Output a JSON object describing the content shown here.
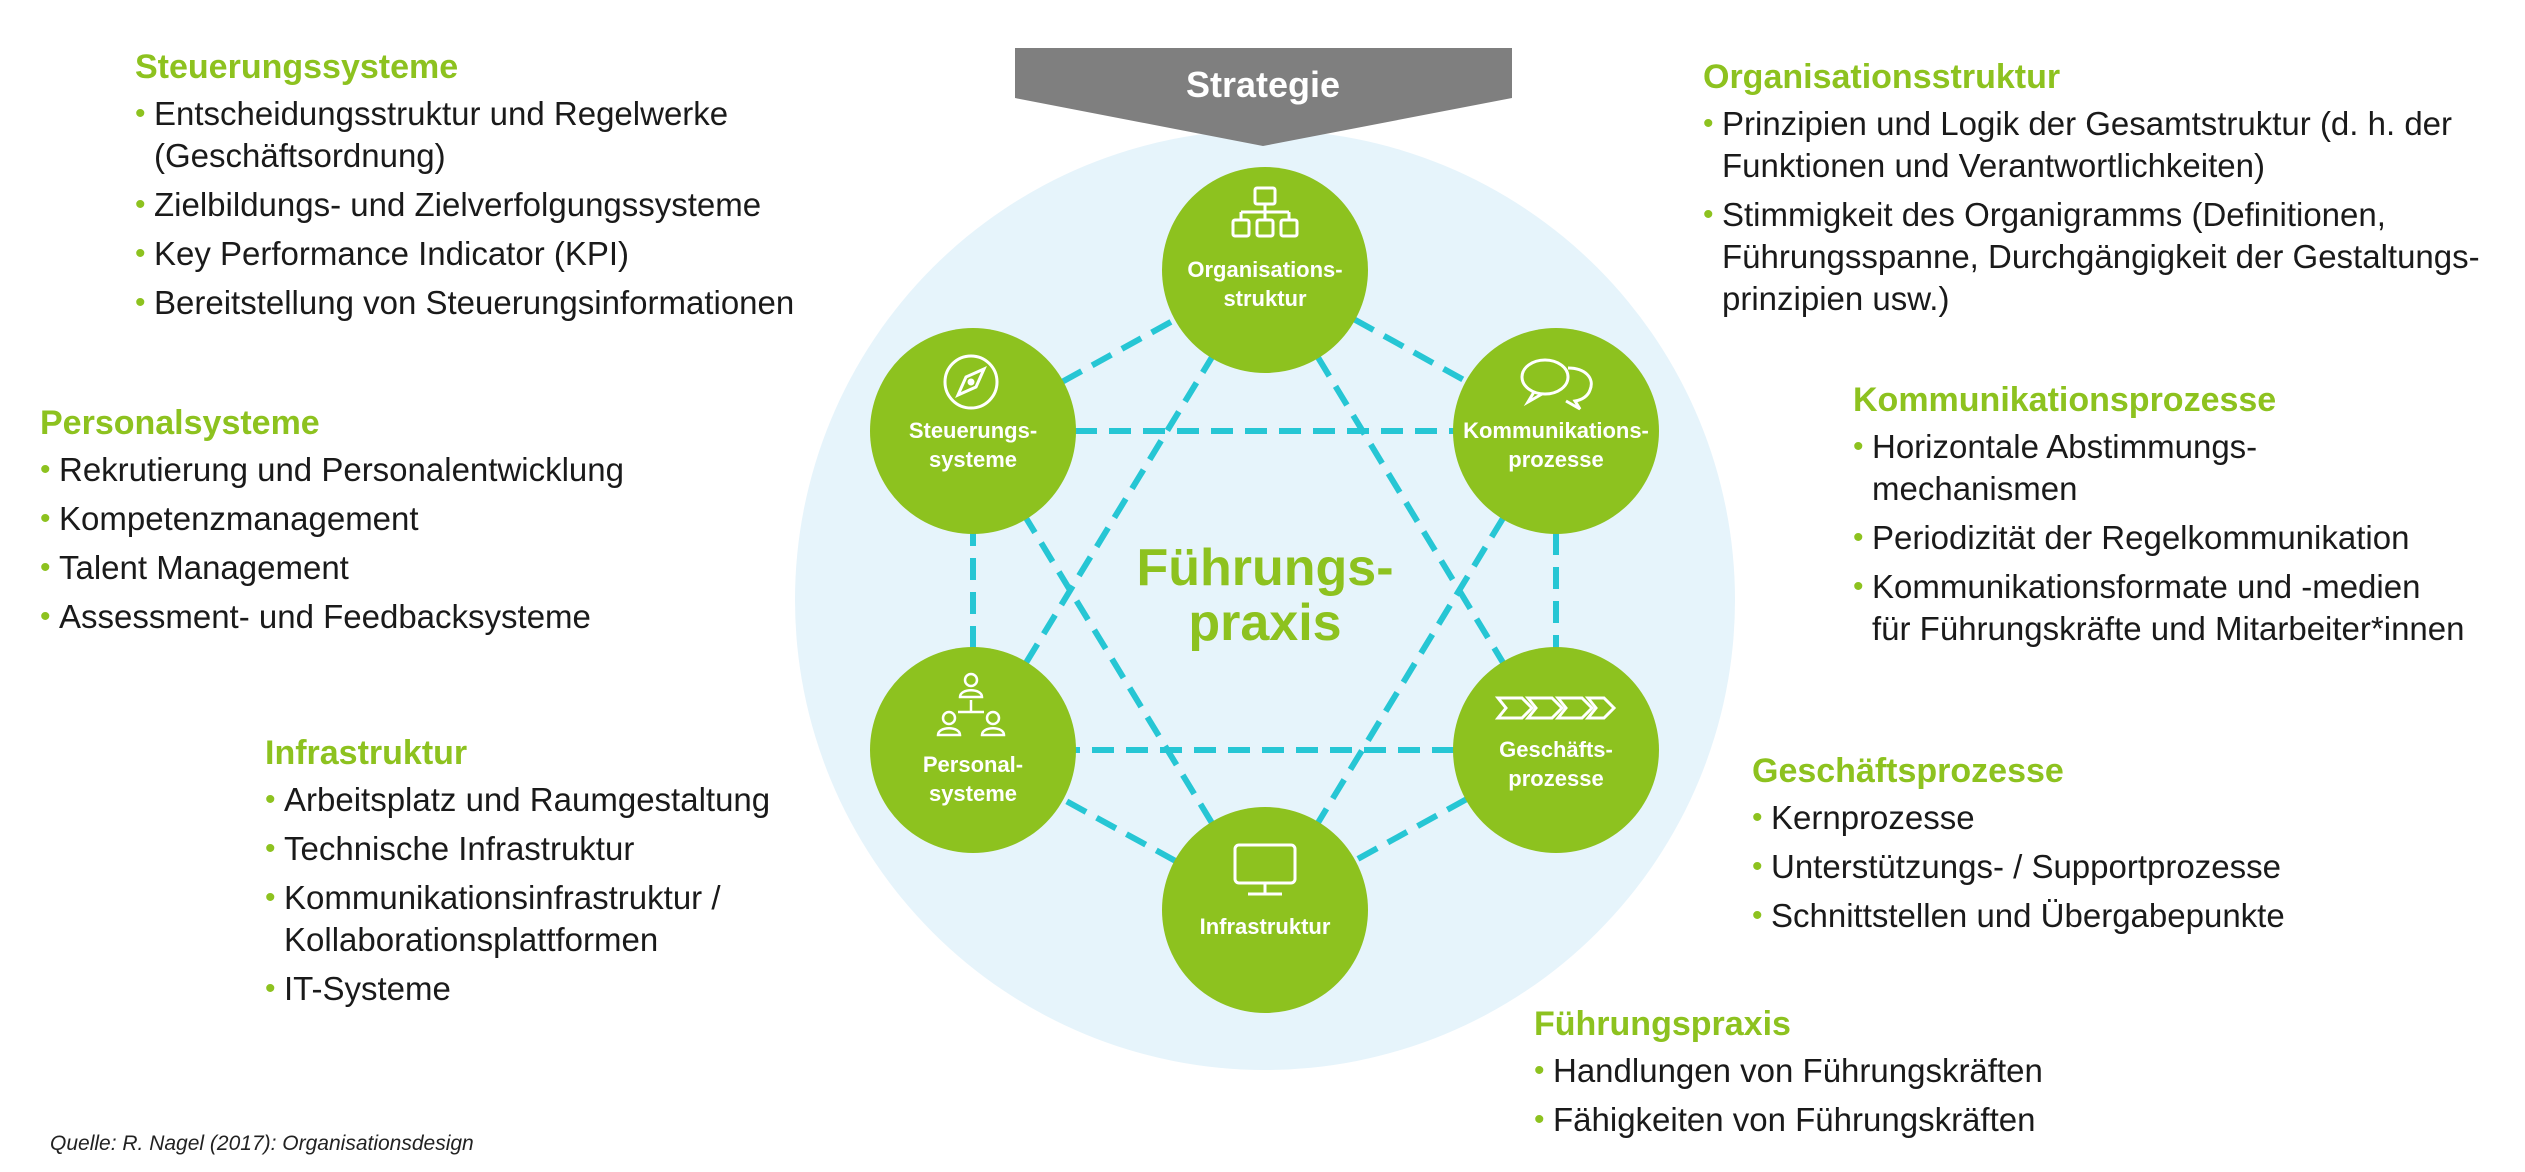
{
  "colors": {
    "accent": "#8dc21f",
    "halo": "#e6f4fb",
    "connector": "#26c6d4",
    "banner": "#7f7f7f"
  },
  "diagram": {
    "banner": "Strategie",
    "center_line1": "Führungs-",
    "center_line2": "praxis",
    "nodes": {
      "organisationsstruktur": {
        "line1": "Organisations-",
        "line2": "struktur",
        "icon": "org-chart-icon"
      },
      "kommunikationsprozesse": {
        "line1": "Kommunikations-",
        "line2": "prozesse",
        "icon": "speech-bubbles-icon"
      },
      "geschaeftsprozesse": {
        "line1": "Geschäfts-",
        "line2": "prozesse",
        "icon": "process-chevrons-icon"
      },
      "infrastruktur": {
        "line1": "Infrastruktur",
        "icon": "monitor-icon"
      },
      "personalsysteme": {
        "line1": "Personal-",
        "line2": "systeme",
        "icon": "people-network-icon"
      },
      "steuerungssysteme": {
        "line1": "Steuerungs-",
        "line2": "systeme",
        "icon": "compass-icon"
      }
    }
  },
  "sections": {
    "steuerungssysteme": {
      "title": "Steuerungssysteme",
      "items": [
        [
          "Entscheidungsstruktur und Regelwerke",
          "(Geschäftsordnung)"
        ],
        [
          "Zielbildungs- und Zielverfolgungssysteme"
        ],
        [
          "Key Performance Indicator (KPI)"
        ],
        [
          "Bereitstellung von Steuerungsinformationen"
        ]
      ]
    },
    "personalsysteme": {
      "title": "Personalsysteme",
      "items": [
        [
          "Rekrutierung und Personalentwicklung"
        ],
        [
          "Kompetenzmanagement"
        ],
        [
          "Talent Management"
        ],
        [
          "Assessment- und Feedbacksysteme"
        ]
      ]
    },
    "infrastruktur": {
      "title": "Infrastruktur",
      "items": [
        [
          "Arbeitsplatz und Raumgestaltung"
        ],
        [
          "Technische Infrastruktur"
        ],
        [
          "Kommunikationsinfrastruktur /",
          "Kollaborationsplattformen"
        ],
        [
          "IT-Systeme"
        ]
      ]
    },
    "organisationsstruktur": {
      "title": "Organisationsstruktur",
      "items": [
        [
          "Prinzipien und Logik der Gesamtstruktur (d. h. der",
          "Funktionen und Verantwortlichkeiten)"
        ],
        [
          "Stimmigkeit des Organigramms (Definitionen,",
          "Führungsspanne, Durchgängigkeit der Gestaltungs-",
          "prinzipien usw.)"
        ]
      ]
    },
    "kommunikationsprozesse": {
      "title": "Kommunikationsprozesse",
      "items": [
        [
          "Horizontale Abstimmungs-",
          "mechanismen"
        ],
        [
          "Periodizität der Regelkommunikation"
        ],
        [
          "Kommunikationsformate und -medien",
          "für Führungskräfte und Mitarbeiter*innen"
        ]
      ]
    },
    "geschaeftsprozesse": {
      "title": "Geschäftsprozesse",
      "items": [
        [
          "Kernprozesse"
        ],
        [
          "Unterstützungs- / Supportprozesse"
        ],
        [
          "Schnittstellen und Übergabepunkte"
        ]
      ]
    },
    "fuehrungspraxis": {
      "title": "Führungspraxis",
      "items": [
        [
          "Handlungen von Führungskräften"
        ],
        [
          "Fähigkeiten von Führungskräften"
        ]
      ]
    }
  },
  "source": "Quelle: R. Nagel (2017): Organisationsdesign"
}
